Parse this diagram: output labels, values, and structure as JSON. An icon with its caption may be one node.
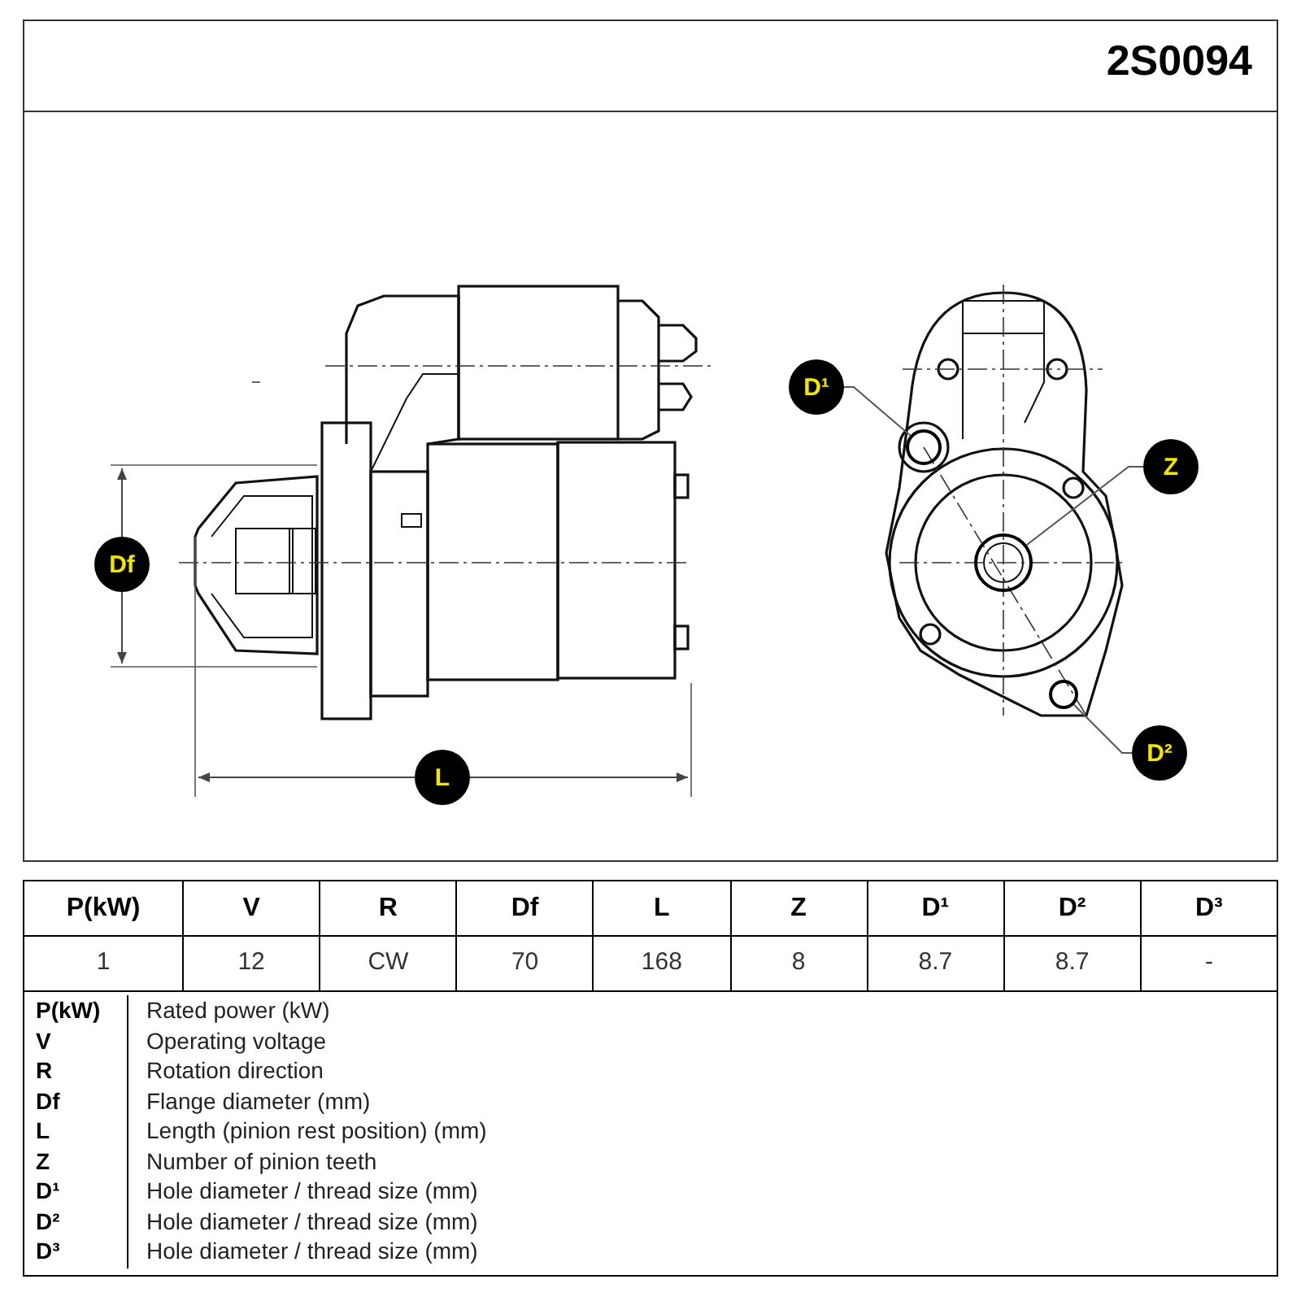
{
  "diagram": {
    "nodes": [
      {
        "text": [
          "Df"
        ]
      },
      {
        "text": [
          "L"
        ]
      },
      {
        "text": [
          "D¹"
        ]
      },
      {
        "text": [
          "Z"
        ]
      },
      {
        "text": [
          "D²"
        ]
      },
      {
        "text": [],
        "shape": "circle"
      },
      {
        "text": [],
        "shape": "circle"
      },
      {
        "text": [],
        "shape": "circle"
      }
    ],
    "edges": [
      {
        "from": 2,
        "to": 5,
        "arrow": "none"
      },
      {
        "from": 3,
        "to": 6,
        "arrow": "none"
      },
      {
        "from": 4,
        "to": 7,
        "arrow": "none"
      }
    ],
    "labels": [
      "2S0094",
      "P(kW)",
      "V",
      "R",
      "Df",
      "L",
      "Z",
      "D¹",
      "D²",
      "D³",
      "1",
      "12",
      "CW",
      "70",
      "168",
      "8",
      "8.7",
      "8.7",
      "-",
      "P(kW)",
      "Rated power (kW)",
      "V",
      "Operating voltage",
      "R",
      "Rotation direction",
      "Df",
      "Flange diameter (mm)",
      "L",
      "Length (pinion rest position) (mm)",
      "Z",
      "Number of pinion teeth",
      "D¹",
      "Hole diameter / thread size (mm)",
      "D²",
      "Hole diameter / thread size (mm)",
      "D³",
      "Hole diameter / thread size (mm)"
    ]
  }
}
